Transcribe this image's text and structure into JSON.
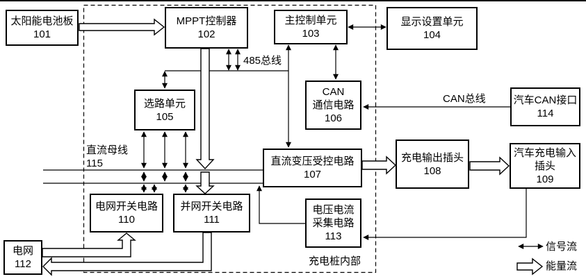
{
  "blocks": [
    {
      "id": "101",
      "lines": [
        "太阳能电池板",
        "101"
      ]
    },
    {
      "id": "102",
      "lines": [
        "MPPT控制器",
        "102"
      ]
    },
    {
      "id": "103",
      "lines": [
        "主控制单元",
        "103"
      ]
    },
    {
      "id": "104",
      "lines": [
        "显示设置单元",
        "104"
      ]
    },
    {
      "id": "105",
      "lines": [
        "选路单元",
        "105"
      ]
    },
    {
      "id": "106",
      "lines": [
        "CAN",
        "通信电路",
        "106"
      ]
    },
    {
      "id": "107",
      "lines": [
        "直流变压受控电路",
        "107"
      ]
    },
    {
      "id": "108",
      "lines": [
        "充电输出插头",
        "108"
      ]
    },
    {
      "id": "109",
      "lines": [
        "汽车充电输入",
        "插头",
        "109"
      ]
    },
    {
      "id": "110",
      "lines": [
        "电网开关电路",
        "110"
      ]
    },
    {
      "id": "111",
      "lines": [
        "并网开关电路",
        "111"
      ]
    },
    {
      "id": "112",
      "lines": [
        "电网",
        "112"
      ]
    },
    {
      "id": "113",
      "lines": [
        "电压电流",
        "采集电路",
        "113"
      ]
    },
    {
      "id": "114",
      "lines": [
        "汽车CAN接口",
        "114"
      ]
    }
  ],
  "labels": {
    "bus_485": "485总线",
    "can_bus": "CAN总线",
    "dc_bus": "直流母线",
    "dc_bus_num": "115",
    "pile_interior": "充电桩内部",
    "legend_signal": "信号流",
    "legend_energy": "能量流"
  },
  "colors": {
    "line": "#000000",
    "background": "#ffffff"
  }
}
